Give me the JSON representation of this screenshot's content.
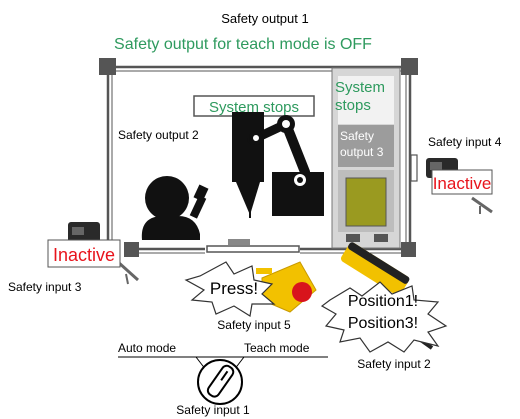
{
  "labels": {
    "safety_output_1": "Safety output 1",
    "teach_mode_status": "Safety output for teach mode is OFF",
    "system_stops_robot": "System stops",
    "safety_output_2": "Safety output 2",
    "system_stops_cabinet_line1": "System",
    "system_stops_cabinet_line2": "stops",
    "safety_output_3_line1": "Safety",
    "safety_output_3_line2": "output 3",
    "safety_input_4": "Safety input 4",
    "inactive_right": "Inactive",
    "inactive_left": "Inactive",
    "safety_input_3": "Safety input 3",
    "press": "Press!",
    "safety_input_5": "Safety input 5",
    "position_line1": "Position1!",
    "position_line2": "Position3!",
    "safety_input_2": "Safety input 2",
    "auto_mode": "Auto mode",
    "teach_mode": "Teach mode",
    "safety_input_1": "Safety input 1"
  },
  "colors": {
    "green_text": "#2e9a5e",
    "red_text": "#e8141c",
    "fence": "#555555",
    "cabinet": "#d6d6d6",
    "yellow": "#f2c100",
    "screen": "#9a9a20"
  }
}
